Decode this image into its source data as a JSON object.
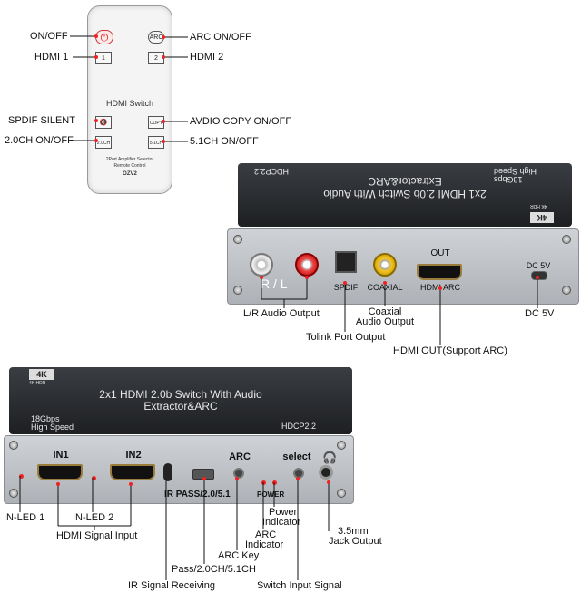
{
  "remote": {
    "title": "HDMI Switch",
    "subtitle_line1": "2Port Amplifier Selector",
    "subtitle_line2": "Remote Control",
    "model": "OZV2",
    "buttons": {
      "arc": "ARC",
      "hdmi1": "1",
      "hdmi2": "2",
      "copy": "COPY",
      "ch20": "2.0CH",
      "ch51": "5.1CH"
    },
    "labels": {
      "on_off": "ON/OFF",
      "hdmi1": "HDMI 1",
      "spdif_silent": "SPDIF SILENT",
      "ch20_on_off": "2.0CH ON/OFF",
      "arc_on_off": "ARC ON/OFF",
      "hdmi2": "HDMI 2",
      "audio_copy": "AVDIO COPY ON/OFF",
      "ch51_on_off": "5.1CH ON/OFF"
    }
  },
  "rear": {
    "top_title_line1": "2x1 HDMI 2.0b Switch With Audio",
    "top_title_line2": "Extractor&ARC",
    "hdcp": "HDCP2.2",
    "speed_line1": "18Gbps",
    "speed_line2": "High Speed",
    "badge": "4K",
    "badge_sub": "4K HDR",
    "port_labels": {
      "rl": "R / L",
      "spdif": "SPDIF",
      "coaxial": "COAXIAL",
      "out": "OUT",
      "hdmi_arc": "HDMI ARC",
      "dc5v": "DC 5V"
    },
    "callouts": {
      "lr_audio": "L/R Audio Output",
      "tolink": "Tolink Port Output",
      "coaxial_line1": "Coaxial",
      "coaxial_line2": "Audio Output",
      "hdmi_out": "HDMI OUT(Support ARC)",
      "dc5v": "DC 5V"
    }
  },
  "front": {
    "badge": "4K",
    "badge_sub": "4K HDR",
    "title_line1": "2x1 HDMI 2.0b Switch With Audio",
    "title_line2": "Extractor&ARC",
    "speed_line1": "18Gbps",
    "speed_line2": "High Speed",
    "hdcp": "HDCP2.2",
    "port_labels": {
      "in1": "IN1",
      "in2": "IN2",
      "arc": "ARC",
      "select": "select",
      "ir_pass": "IR PASS/2.0/5.1",
      "power": "POWER"
    },
    "callouts": {
      "in_led1": "IN-LED 1",
      "in_led2": "IN-LED 2",
      "hdmi_signal_input": "HDMI Signal Input",
      "ir_signal": "IR Signal Receiving",
      "pass": "Pass/2.0CH/5.1CH",
      "arc_key": "ARC Key",
      "arc_ind_line1": "ARC",
      "arc_ind_line2": "Indicator",
      "power_ind_line1": "Power",
      "power_ind_line2": "Indicator",
      "switch_input": "Switch Input Signal",
      "jack_line1": "3.5mm",
      "jack_line2": "Jack Output"
    }
  },
  "colors": {
    "accent_red": "#e22222",
    "body_dark": "#2a2c30"
  }
}
